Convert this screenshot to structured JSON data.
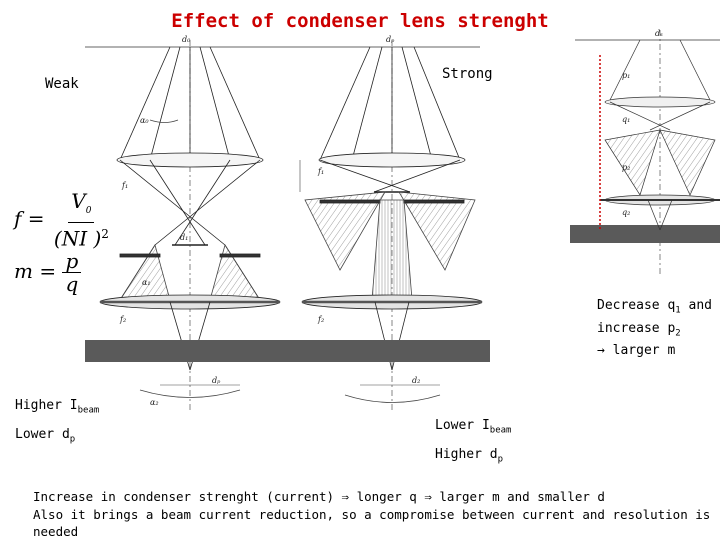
{
  "title": "Effect of condenser lens strenght",
  "weak_label": "Weak",
  "strong_label": "Strong",
  "formula_f": {
    "lhs": "f",
    "eq": "=",
    "num": "V",
    "num_sub": "0",
    "den": "(NI )",
    "den_sup": "2"
  },
  "formula_m": {
    "lhs": "m",
    "eq": "=",
    "num": "p",
    "den": "q"
  },
  "right_note": {
    "line1": "Decrease q",
    "line1_sub": "1",
    "line1_end": " and",
    "line2": "increase p",
    "line2_sub": "2",
    "line3": "→ larger m"
  },
  "weak_effect": {
    "line1": "Higher I",
    "line1_sub": "beam",
    "line2": "Lower d",
    "line2_sub": "p"
  },
  "strong_effect": {
    "line1": "Lower I",
    "line1_sub": "beam",
    "line2": "Higher d",
    "line2_sub": "p"
  },
  "bottom_line1": "Increase in condenser strenght (current) ⇒ longer q ⇒ larger m and smaller d",
  "bottom_line2": "Also it brings a beam current reduction, so a compromise between current and resolution is needed",
  "diagram_labels": {
    "d0": "d₀",
    "dp": "dₚ",
    "f1": "f₁",
    "f2": "f₂",
    "d1": "d₁",
    "alpha0": "α₀",
    "alpha1": "α₁",
    "alpha2": "α₂",
    "d2": "d₂",
    "ds": "dₛ",
    "p1": "p₁",
    "q1": "q₁",
    "p2": "p₂",
    "q2": "q₂"
  }
}
